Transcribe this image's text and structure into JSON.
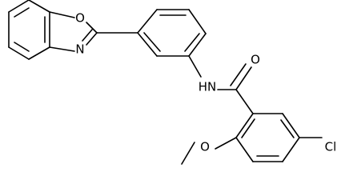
{
  "diagram": {
    "kind": "chemical-structure",
    "atom_labels": {
      "ring_oxygen": "O",
      "ring_nitrogen": "N",
      "amide_nh": "HN",
      "carbonyl_oxygen": "O",
      "methoxy_oxygen": "O",
      "chlorine": "Cl"
    }
  }
}
